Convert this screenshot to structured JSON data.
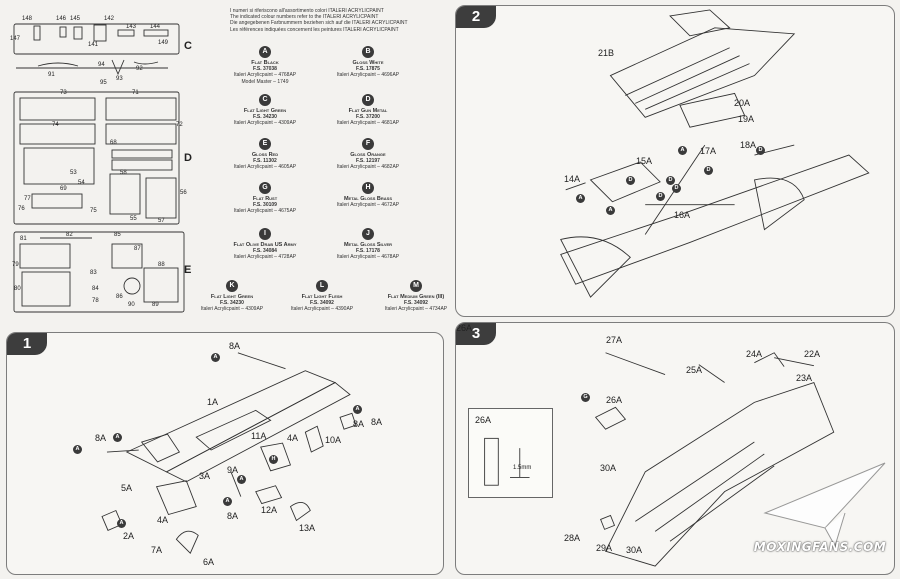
{
  "sprue": {
    "letters": [
      "C",
      "D",
      "E"
    ],
    "part_numbers": [
      "148",
      "146",
      "145",
      "142",
      "143",
      "144",
      "147",
      "141",
      "149",
      "91",
      "94",
      "93",
      "92",
      "95",
      "73",
      "71",
      "74",
      "72",
      "68",
      "69",
      "58",
      "53",
      "54",
      "77",
      "76",
      "75",
      "55",
      "56",
      "57",
      "81",
      "82",
      "85",
      "87",
      "79",
      "83",
      "84",
      "88",
      "80",
      "78",
      "86",
      "90",
      "89"
    ]
  },
  "colour_notes": [
    "I numeri si riferiscono all'assortimento colori ITALERI ACRYLICPAINT",
    "The indicated colour numbers refer to the ITALERI ACRYLICPAINT",
    "Die angegebenen Farbnummern beziehen sich auf die ITALERI ACRYLICPAINT",
    "Les références indiquées concernent les peintures ITALERI ACRYLICPAINT"
  ],
  "paints": [
    {
      "letter": "A",
      "name": "Flat Black",
      "fs": "F.S. 37038",
      "code": "Italeri Acrylicpaint – 4768AP",
      "extra": "Model Master – 1749"
    },
    {
      "letter": "B",
      "name": "Gloss White",
      "fs": "F.S. 17875",
      "code": "Italeri Acrylicpaint – 4696AP",
      "extra": ""
    },
    {
      "letter": "C",
      "name": "Flat Light Green",
      "fs": "F.S. 34230",
      "code": "Italeri Acrylicpaint – 4309AP",
      "extra": ""
    },
    {
      "letter": "D",
      "name": "Flat Gun Metal",
      "fs": "F.S. 37200",
      "code": "Italeri Acrylicpaint – 4681AP",
      "extra": ""
    },
    {
      "letter": "E",
      "name": "Gloss Red",
      "fs": "F.S. 11302",
      "code": "Italeri Acrylicpaint – 4605AP",
      "extra": ""
    },
    {
      "letter": "F",
      "name": "Gloss Orange",
      "fs": "F.S. 12197",
      "code": "Italeri Acrylicpaint – 4682AP",
      "extra": ""
    },
    {
      "letter": "G",
      "name": "Flat Rust",
      "fs": "F.S. 30109",
      "code": "Italeri Acrylicpaint – 4675AP",
      "extra": ""
    },
    {
      "letter": "H",
      "name": "Metal Gloss Brass",
      "fs": "",
      "code": "Italeri Acrylicpaint – 4672AP",
      "extra": ""
    },
    {
      "letter": "I",
      "name": "Flat Olive Drab US Army",
      "fs": "F.S. 34084",
      "code": "Italeri Acrylicpaint – 4728AP",
      "extra": ""
    },
    {
      "letter": "J",
      "name": "Metal Gloss Silver",
      "fs": "F.S. 17178",
      "code": "Italeri Acrylicpaint – 4678AP",
      "extra": ""
    },
    {
      "letter": "K",
      "name": "Flat Light Green",
      "fs": "F.S. 34230",
      "code": "Italeri Acrylicpaint – 4309AP",
      "extra": ""
    },
    {
      "letter": "L",
      "name": "Flat Light Flesh",
      "fs": "F.S. 34092",
      "code": "Italeri Acrylicpaint – 4390AP",
      "extra": ""
    },
    {
      "letter": "M",
      "name": "Flat Medium Green (III)",
      "fs": "F.S. 34092",
      "code": "Italeri Acrylicpaint – 4734AP",
      "extra": ""
    }
  ],
  "steps": {
    "step1": {
      "number": "1",
      "labels": [
        "8A",
        "1A",
        "8A",
        "8A",
        "10A",
        "8A",
        "11A",
        "4A",
        "3A",
        "9A",
        "5A",
        "4A",
        "2A",
        "7A",
        "6A",
        "8A",
        "12A",
        "13A"
      ],
      "callouts": [
        "A",
        "A",
        "A",
        "A",
        "H",
        "A",
        "A",
        "A"
      ]
    },
    "step2": {
      "number": "2",
      "labels": [
        "21B",
        "20A",
        "19A",
        "17A",
        "18A",
        "15A",
        "14A",
        "16A"
      ],
      "callouts": [
        "D",
        "D",
        "D",
        "D",
        "A",
        "A",
        "A",
        "D",
        "D"
      ]
    },
    "step3": {
      "number": "3",
      "labels": [
        "27A",
        "25A",
        "24A",
        "22A",
        "23A",
        "26A",
        "26A",
        "30A",
        "28A",
        "29A",
        "30A"
      ],
      "callouts": [
        "G"
      ],
      "inset_dim": "1.5mm"
    }
  },
  "watermark": {
    "text": "MOXINGFANS.COM"
  }
}
